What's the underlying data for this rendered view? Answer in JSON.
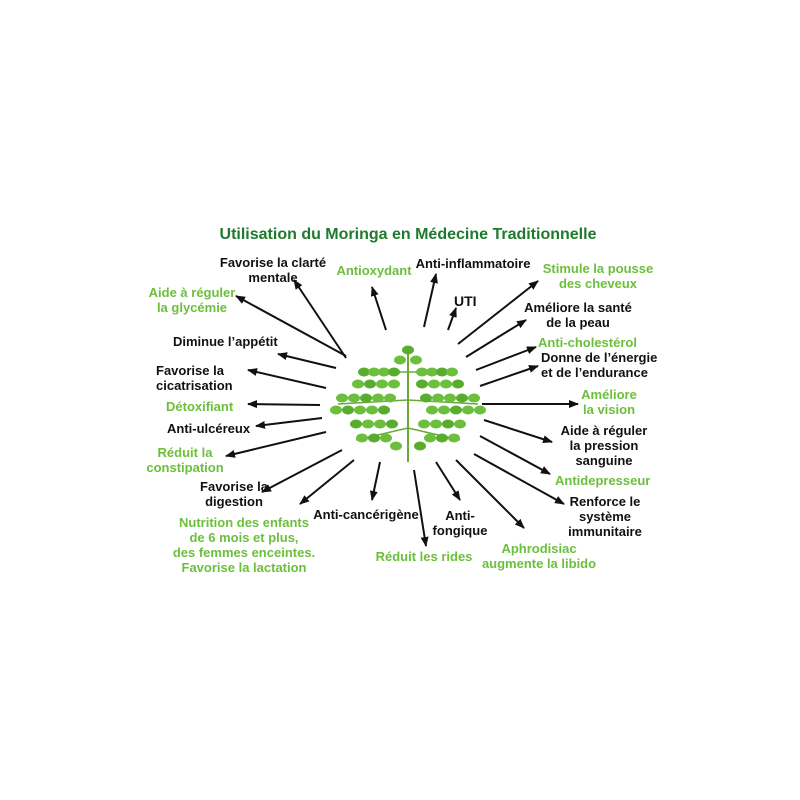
{
  "title": "Utilisation du Moringa en Médecine Traditionnelle",
  "colors": {
    "title": "#1f7a2e",
    "green_label": "#6cbf3c",
    "dark_label": "#111111",
    "arrow": "#111111",
    "leaf": "#6cbf3c"
  },
  "labels": {
    "clarte": "Favorise la clarté\nmentale",
    "antioxydant": "Antioxydant",
    "inflammatoire": "Anti-inflammatoire",
    "pousse": "Stimule la pousse\ndes cheveux",
    "glycemie": "Aide à réguler\nla glycémie",
    "uti": "UTI",
    "peau": "Améliore la santé\nde la peau",
    "appetit": "Diminue l’appétit",
    "cholesterol": "Anti-cholestérol",
    "energie": "Donne de l’énergie\net de l’endurance",
    "cicatrisation": "Favorise la\ncicatrisation",
    "vision": "Améliore\nla vision",
    "detox": "Détoxifiant",
    "ulcereux": "Anti-ulcéreux",
    "pression": "Aide à réguler\nla pression\nsanguine",
    "constipation": "Réduit la\nconstipation",
    "antidepresseur": "Antidepresseur",
    "digestion": "Favorise la\ndigestion",
    "immunitaire": "Renforce le\nsystème\nimmunitaire",
    "cancer": "Anti-cancérigène",
    "fongique": "Anti-\nfongique",
    "nutrition": "Nutrition des enfants\nde 6 mois et plus,\ndes femmes enceintes.\nFavorise la lactation",
    "rides": "Réduit les rides",
    "aphrodisiac": "Aphrodisiac\naugmente la libido"
  }
}
